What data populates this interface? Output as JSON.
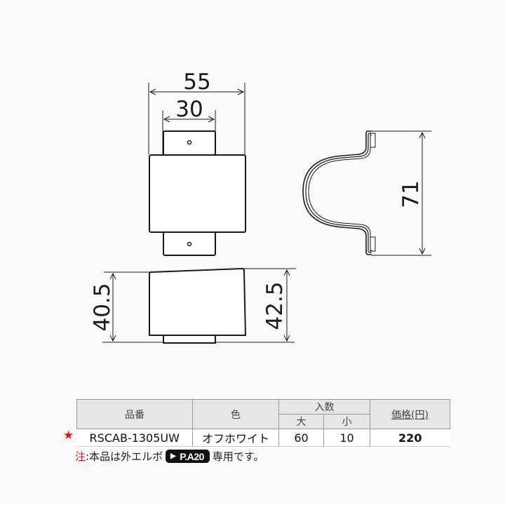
{
  "drawing": {
    "top_view": {
      "dim_outer_width": "55",
      "dim_inner_width": "30"
    },
    "side_view": {
      "dim_height": "71"
    },
    "front_view": {
      "dim_left_height": "40.5",
      "dim_right_height": "42.5"
    },
    "line_color": "#1a1a1a"
  },
  "spec_table": {
    "headers": {
      "product_code": "品番",
      "color": "色",
      "quantity": "入数",
      "quantity_large": "大",
      "quantity_small": "小",
      "price": "価格(円)"
    },
    "rows": [
      {
        "marker": "★",
        "product_code": "RSCAB-1305UW",
        "color": "オフホワイト",
        "quantity_large": "60",
        "quantity_small": "10",
        "price": "220"
      }
    ]
  },
  "note": {
    "prefix": "注",
    "text_before": ":本品は外エルボ",
    "badge_arrow": "▶",
    "badge_label": "P.A20",
    "text_after": "専用です。"
  },
  "colors": {
    "accent_red": "#e0141e",
    "header_bg": "#e6e6e6",
    "badge_bg": "#111111"
  }
}
